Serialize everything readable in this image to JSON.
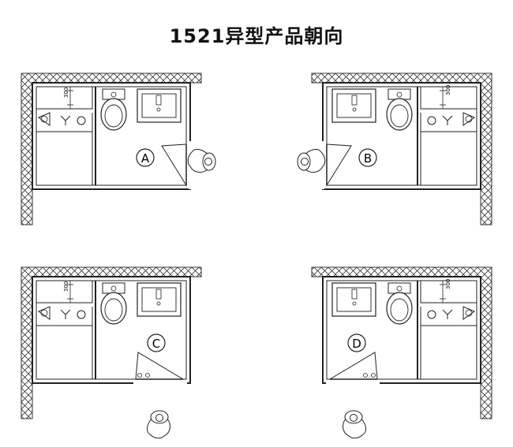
{
  "title": "1521异型产品朝向",
  "dimension_label": "300",
  "orientations": [
    {
      "label": "A",
      "mirror": false,
      "door": "side"
    },
    {
      "label": "B",
      "mirror": true,
      "door": "side"
    },
    {
      "label": "C",
      "mirror": false,
      "door": "bottom"
    },
    {
      "label": "D",
      "mirror": true,
      "door": "bottom"
    }
  ],
  "colors": {
    "line": "#222222",
    "fill": "#ffffff"
  }
}
